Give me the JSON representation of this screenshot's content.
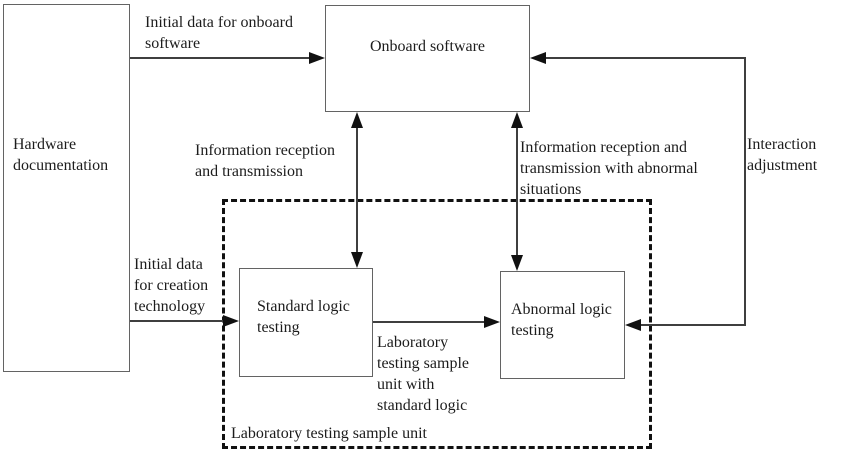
{
  "diagram": {
    "nodes": {
      "hardware": "Hardware\ndocumentation",
      "onboard": "Onboard software",
      "standard": "Standard logic\ntesting",
      "abnormal": "Abnormal logic\ntesting"
    },
    "container_label": "Laboratory testing sample unit",
    "edges": {
      "initial_onboard": "Initial data for onboard\nsoftware",
      "info_reception": "Information reception\nand transmission",
      "info_reception_abnormal": "Information reception and\ntransmission with abnormal\nsituations",
      "interaction_adjustment": "Interaction\nadjustment",
      "initial_creation": "Initial data\nfor creation\ntechnology",
      "lab_sample_standard": "Laboratory\ntesting sample\nunit with\nstandard logic"
    },
    "colors": {
      "background": "#ffffff",
      "box_border": "#636363",
      "line": "#3f3f3f",
      "arrowhead": "#111111",
      "dashed_border": "#111111",
      "text": "#1c1c1c"
    }
  }
}
